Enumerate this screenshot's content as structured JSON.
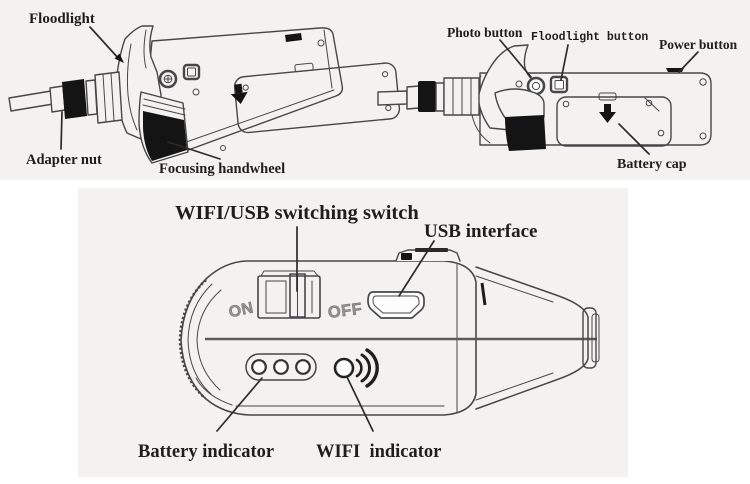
{
  "colors": {
    "page_bg": "#ffffff",
    "panel_bg": "#f3f2f0",
    "line_art": "#47474a",
    "ink_fill": "#141414",
    "label_text": "#1e1e1e",
    "onoff_text": "#939393"
  },
  "diagrams": {
    "top_left": {
      "labels": {
        "floodlight": "Floodlight",
        "adapter_nut": "Adapter nut",
        "focusing_handwheel": "Focusing handwheel"
      }
    },
    "top_right": {
      "labels": {
        "photo_button": "Photo button",
        "floodlight_button": "Floodlight button",
        "power_button": "Power button",
        "battery_cap": "Battery cap"
      }
    },
    "bottom": {
      "labels": {
        "wifi_usb_switch": "WIFI/USB switching switch",
        "usb_interface": "USB interface",
        "battery_indicator": "Battery indicator",
        "wifi_indicator": "WIFI  indicator",
        "switch_on": "ON",
        "switch_off": "OFF"
      }
    }
  }
}
